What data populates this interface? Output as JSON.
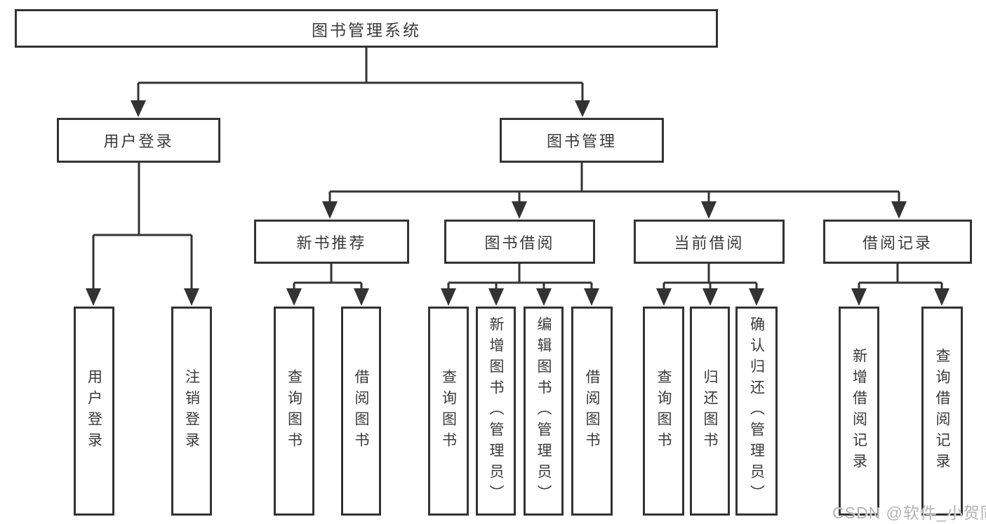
{
  "tree": {
    "root": {
      "label": "图书管理系统"
    },
    "level2": [
      {
        "label": "用户登录",
        "children": [
          {
            "label": "用户登录"
          },
          {
            "label": "注销登录"
          }
        ]
      },
      {
        "label": "图书管理",
        "children": [
          {
            "label": "新书推荐",
            "children": [
              {
                "label": "查询图书"
              },
              {
                "label": "借阅图书"
              }
            ]
          },
          {
            "label": "图书借阅",
            "children": [
              {
                "label": "查询图书"
              },
              {
                "label": "新增图书（管理员）"
              },
              {
                "label": "编辑图书（管理员）"
              },
              {
                "label": "借阅图书"
              }
            ]
          },
          {
            "label": "当前借阅",
            "children": [
              {
                "label": "查询图书"
              },
              {
                "label": "归还图书"
              },
              {
                "label": "确认归还（管理员）"
              }
            ]
          },
          {
            "label": "借阅记录",
            "children": [
              {
                "label": "新增借阅记录"
              },
              {
                "label": "查询借阅记录"
              }
            ]
          }
        ]
      }
    ]
  },
  "watermark": {
    "text": "CSDN @软件_小贺同学"
  },
  "colors": {
    "line": "#333333",
    "text": "#3a3a3a",
    "watermark": "#b3b3b3",
    "background": "#ffffff"
  }
}
